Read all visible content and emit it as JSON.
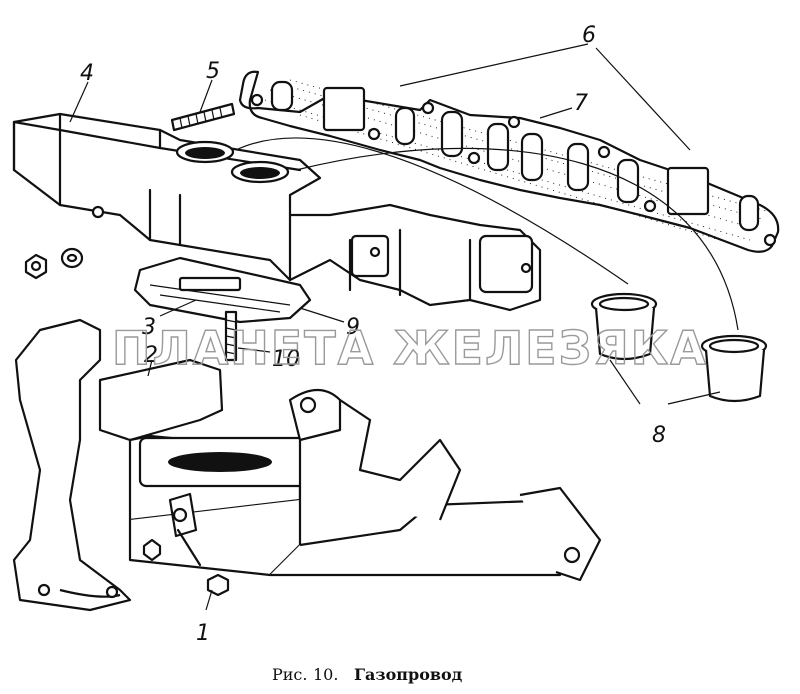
{
  "figure": {
    "caption_prefix": "Рис.",
    "caption_number": "10.",
    "caption_title": "Газопровод"
  },
  "watermark": "ПЛАНЕТА ЖЕЛЕЗЯКА",
  "callouts": [
    {
      "id": "1",
      "text": "1"
    },
    {
      "id": "2",
      "text": "2"
    },
    {
      "id": "3",
      "text": "3"
    },
    {
      "id": "4",
      "text": "4"
    },
    {
      "id": "5",
      "text": "5"
    },
    {
      "id": "6",
      "text": "6"
    },
    {
      "id": "7",
      "text": "7"
    },
    {
      "id": "8",
      "text": "8"
    },
    {
      "id": "9",
      "text": "9"
    },
    {
      "id": "10",
      "text": "10"
    }
  ],
  "parts": [
    {
      "name": "exhaust-manifold-icon"
    },
    {
      "name": "intake-manifold-icon"
    },
    {
      "name": "manifold-gasket-icon"
    },
    {
      "name": "spacer-plate-icon"
    },
    {
      "name": "stud-icon"
    },
    {
      "name": "sleeve-icon"
    },
    {
      "name": "nut-icon"
    },
    {
      "name": "washer-icon"
    }
  ]
}
